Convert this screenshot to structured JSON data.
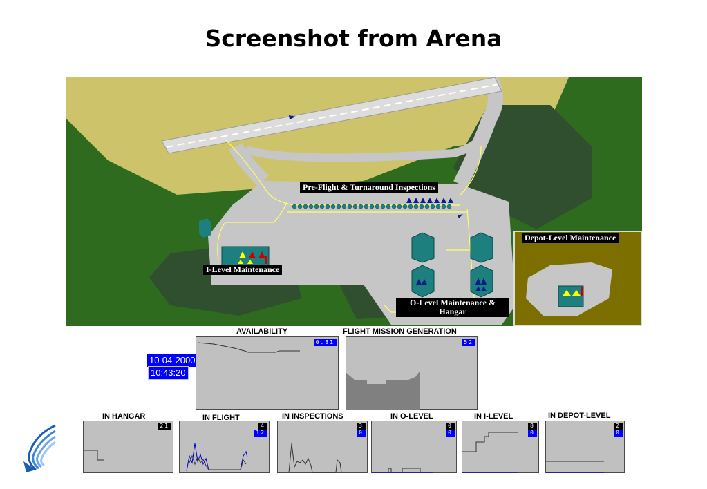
{
  "page": {
    "title": "Screenshot from Arena"
  },
  "map": {
    "labels": {
      "preflight": "Pre-Flight & Turnaround Inspections",
      "ilevel": "I-Level Maintenance",
      "olevel_line1": "O-Level Maintenance &",
      "olevel_line2": "Hangar",
      "depot": "Depot-Level Maintenance"
    },
    "colors": {
      "grass": "#2e6b1e",
      "dark_grass": "#2f4f2f",
      "sand": "#cdc36a",
      "tarmac": "#c6c6c6",
      "runway": "#dcdcdc",
      "taxi_line": "#ffff66",
      "building": "#1e7f7f",
      "aircraft": "#0b1d8a",
      "depot_bg": "#7c6f00"
    }
  },
  "clock": {
    "date": "10-04-2000",
    "time": "10:43:20"
  },
  "charts": {
    "availability": {
      "title": "AVAILABILITY",
      "value": "0.81"
    },
    "flight_mission_generation": {
      "title": "FLIGHT MISSION GENERATION",
      "value": "52"
    },
    "in_hangar": {
      "title": "IN HANGAR",
      "value": "21"
    },
    "in_flight": {
      "title": "IN FLIGHT",
      "value_a": "4",
      "value_b": "12"
    },
    "in_inspections": {
      "title": "IN INSPECTIONS",
      "value_a": "3",
      "value_b": "0"
    },
    "in_olevel": {
      "title": "IN O-LEVEL",
      "value_a": "0",
      "value_b": "0"
    },
    "in_ilevel": {
      "title": "IN I-LEVEL",
      "value_a": "8",
      "value_b": "0"
    },
    "in_depot": {
      "title": "IN DEPOT-LEVEL",
      "value_a": "2",
      "value_b": "0"
    }
  }
}
